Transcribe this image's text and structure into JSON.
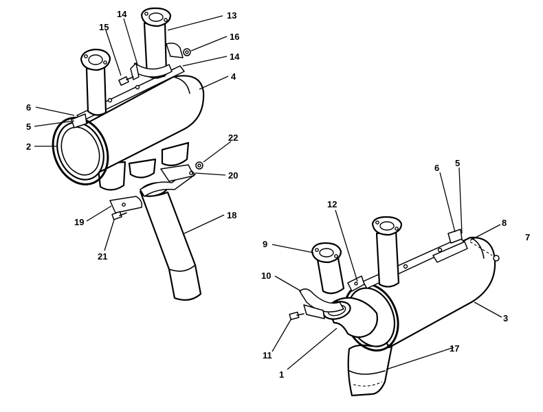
{
  "callouts": {
    "c13": "13",
    "c14a": "14",
    "c15": "15",
    "c16": "16",
    "c14b": "14",
    "c4": "4",
    "c6a": "6",
    "c5a": "5",
    "c2": "2",
    "c22": "22",
    "c20": "20",
    "c19": "19",
    "c18": "18",
    "c21": "21",
    "c12": "12",
    "c6b": "6",
    "c5b": "5",
    "c8": "8",
    "c7": "7",
    "c9": "9",
    "c10": "10",
    "c3": "3",
    "c11": "11",
    "c17": "17",
    "c1": "1"
  }
}
